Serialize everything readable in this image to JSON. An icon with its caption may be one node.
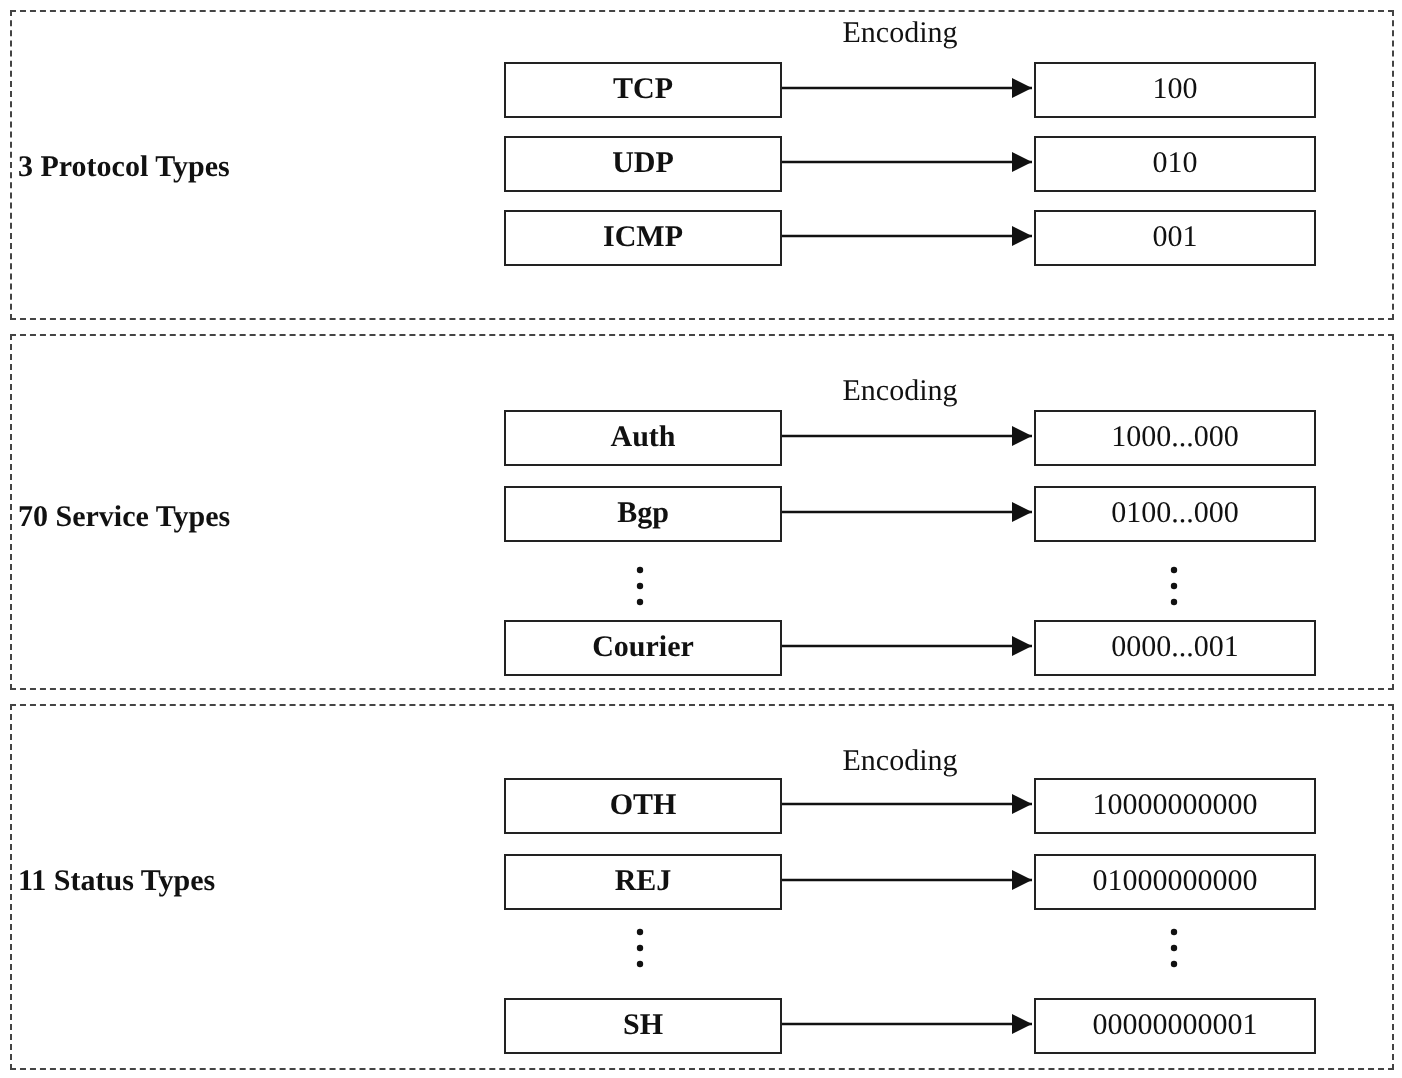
{
  "diagram": {
    "nodes": [
      {
        "text": [
          "3 Protocol Types"
        ]
      },
      {
        "text": [
          "TCP"
        ],
        "in": 0
      },
      {
        "text": [
          "100"
        ],
        "in": 0
      },
      {
        "text": [
          "UDP"
        ],
        "in": 0
      },
      {
        "text": [
          "010"
        ],
        "in": 0
      },
      {
        "text": [
          "ICMP"
        ],
        "in": 0
      },
      {
        "text": [
          "001"
        ],
        "in": 0
      },
      {
        "text": [
          "70 Service Types"
        ]
      },
      {
        "text": [
          "Auth"
        ],
        "in": 7
      },
      {
        "text": [
          "1000...000"
        ],
        "in": 7
      },
      {
        "text": [
          "Bgp"
        ],
        "in": 7
      },
      {
        "text": [
          "0100...000"
        ],
        "in": 7
      },
      {
        "text": [
          "Courier"
        ],
        "in": 7
      },
      {
        "text": [
          "0000...001"
        ],
        "in": 7
      },
      {
        "text": [
          "11 Status Types"
        ]
      },
      {
        "text": [
          "OTH"
        ],
        "in": 14
      },
      {
        "text": [
          "10000000000"
        ],
        "in": 14
      },
      {
        "text": [
          "REJ"
        ],
        "in": 14
      },
      {
        "text": [
          "01000000000"
        ],
        "in": 14
      },
      {
        "text": [
          "SH"
        ],
        "in": 14
      },
      {
        "text": [
          "00000000001"
        ],
        "in": 14
      }
    ],
    "edges": [
      {
        "from": 1,
        "to": 2,
        "arrow": "to"
      },
      {
        "from": 3,
        "to": 4,
        "arrow": "to"
      },
      {
        "from": 5,
        "to": 6,
        "arrow": "to"
      },
      {
        "from": 8,
        "to": 9,
        "arrow": "to"
      },
      {
        "from": 10,
        "to": 11,
        "arrow": "to"
      },
      {
        "from": 12,
        "to": 13,
        "arrow": "to"
      },
      {
        "from": 15,
        "to": 16,
        "arrow": "to"
      },
      {
        "from": 17,
        "to": 18,
        "arrow": "to"
      },
      {
        "from": 19,
        "to": 20,
        "arrow": "to"
      }
    ],
    "labels": [
      "Encoding",
      "Encoding",
      "Encoding"
    ]
  }
}
